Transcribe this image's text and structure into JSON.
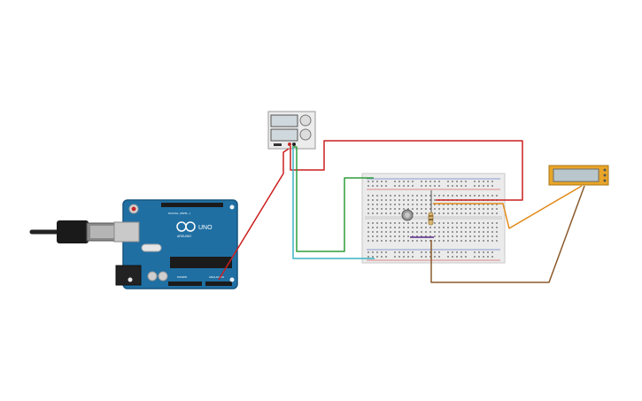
{
  "arduino": {
    "brand_label": "ARDUINO",
    "model_label": "UNO",
    "pwm_label": "DIGITAL (PWM~)",
    "power_label": "POWER",
    "analog_label": "ANALOG IN",
    "board_color": "#1f6fa3"
  },
  "wires": {
    "red": "#cc1f1f",
    "green": "#2e9e3a",
    "cyan": "#3bb3c3",
    "orange": "#e38a1a",
    "brown": "#8a5a2b",
    "purple": "#5a2a8a"
  },
  "components": {
    "power_supply": "dc-power-supply",
    "breadboard": "breadboard",
    "potentiometer": "potentiometer",
    "resistor": "resistor",
    "lcd": "lcd-display"
  }
}
